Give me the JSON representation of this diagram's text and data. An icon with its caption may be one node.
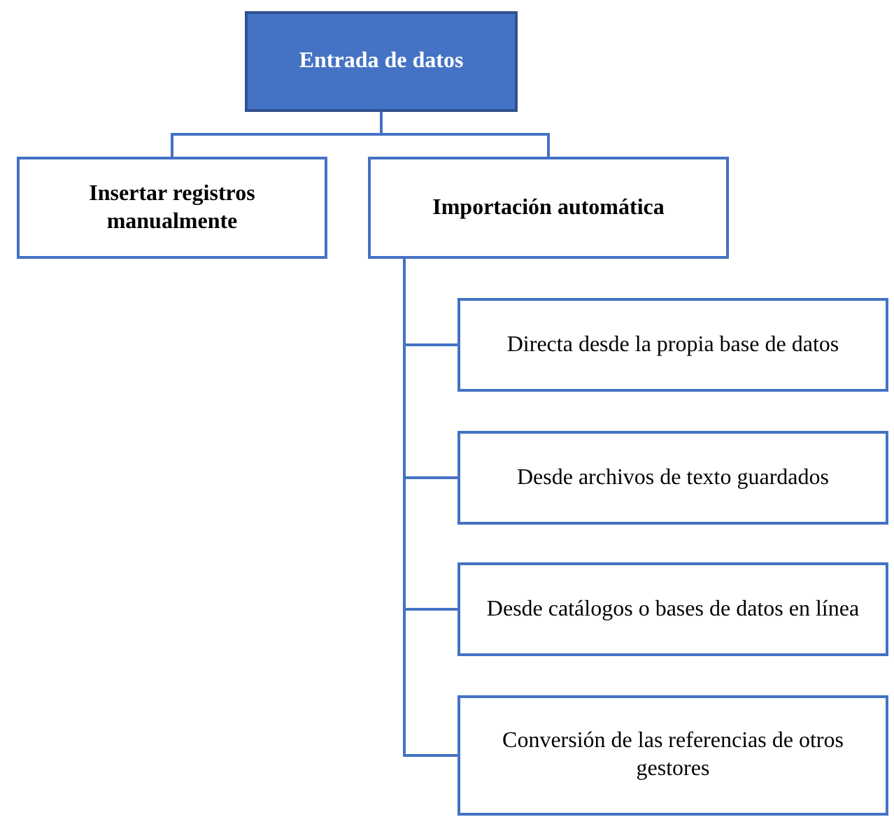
{
  "diagram": {
    "nodes": [
      {
        "text": [
          "Entrada de datos"
        ]
      },
      {
        "text": [
          "Insertar registros manualmente"
        ]
      },
      {
        "text": [
          "Importación automática"
        ]
      },
      {
        "text": [
          "Directa desde la propia base de datos"
        ]
      },
      {
        "text": [
          "Desde archivos de texto guardados"
        ]
      },
      {
        "text": [
          "Desde catálogos o bases de datos en línea"
        ]
      },
      {
        "text": [
          "Conversión de las referencias de otros gestores"
        ]
      }
    ],
    "edges": [
      {
        "from": 0,
        "to": 1,
        "arrow": "none"
      },
      {
        "from": 0,
        "to": 2,
        "arrow": "none"
      },
      {
        "from": 2,
        "to": 3,
        "arrow": "none"
      },
      {
        "from": 2,
        "to": 4,
        "arrow": "none"
      },
      {
        "from": 2,
        "to": 5,
        "arrow": "none"
      },
      {
        "from": 2,
        "to": 6,
        "arrow": "none"
      }
    ]
  }
}
